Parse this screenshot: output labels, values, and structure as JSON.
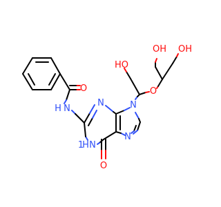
{
  "colors": {
    "carbon_bond": "#000000",
    "nitrogen": "#3050F8",
    "oxygen": "#FF0D0D",
    "background": "#FFFFFF"
  },
  "atoms": {
    "amide_o": "O",
    "amide_n": "N",
    "amide_h": "H",
    "ring_n3": "N",
    "ring_n9": "N",
    "ring_n7": "N",
    "ring_n1": "N",
    "ring_h1": "H",
    "h1_prefix": "1",
    "carbonyl_o": "O",
    "ether_o": "O",
    "hydroxyl_left": "HO",
    "hydroxyl_top": "OH",
    "hydroxyl_right": "OH"
  }
}
